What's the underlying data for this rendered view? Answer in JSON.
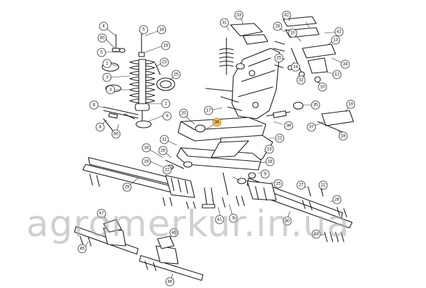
{
  "diagram": {
    "callouts": [
      {
        "id": "c4a",
        "label": "4"
      },
      {
        "id": "c5a",
        "label": "5"
      },
      {
        "id": "c18a",
        "label": "18"
      },
      {
        "id": "c40",
        "label": "40"
      },
      {
        "id": "c19a",
        "label": "19"
      },
      {
        "id": "c5b",
        "label": "5"
      },
      {
        "id": "c1",
        "label": "1"
      },
      {
        "id": "c23",
        "label": "23"
      },
      {
        "id": "c3a",
        "label": "3"
      },
      {
        "id": "c25",
        "label": "25"
      },
      {
        "id": "c3b",
        "label": "3"
      },
      {
        "id": "c2",
        "label": "2"
      },
      {
        "id": "c8",
        "label": "8"
      },
      {
        "id": "c9a",
        "label": "9"
      },
      {
        "id": "c4b",
        "label": "4"
      },
      {
        "id": "c60",
        "label": "60"
      },
      {
        "id": "c31",
        "label": "31"
      },
      {
        "id": "c33",
        "label": "33"
      },
      {
        "id": "c42a",
        "label": "42"
      },
      {
        "id": "c25b",
        "label": "25"
      },
      {
        "id": "c42b",
        "label": "42"
      },
      {
        "id": "c10a",
        "label": "10"
      },
      {
        "id": "c13a",
        "label": "13"
      },
      {
        "id": "c34",
        "label": "34"
      },
      {
        "id": "c14",
        "label": "14"
      },
      {
        "id": "c32",
        "label": "32"
      },
      {
        "id": "c12",
        "label": "12"
      },
      {
        "id": "c10b",
        "label": "10"
      },
      {
        "id": "c17",
        "label": "17"
      },
      {
        "id": "c35",
        "label": "35"
      },
      {
        "id": "c19b",
        "label": "19"
      },
      {
        "id": "c28",
        "label": "28"
      },
      {
        "id": "c20",
        "label": "20"
      },
      {
        "id": "c36",
        "label": "36",
        "highlight": true
      },
      {
        "id": "c38",
        "label": "38"
      },
      {
        "id": "c37",
        "label": "37"
      },
      {
        "id": "c18b",
        "label": "18"
      },
      {
        "id": "c22a",
        "label": "22"
      },
      {
        "id": "c11a",
        "label": "11"
      },
      {
        "id": "c13b",
        "label": "13"
      },
      {
        "id": "c18c",
        "label": "18"
      },
      {
        "id": "c26",
        "label": "26"
      },
      {
        "id": "c19c",
        "label": "19"
      },
      {
        "id": "c18d",
        "label": "18"
      },
      {
        "id": "c22b",
        "label": "22"
      },
      {
        "id": "c9b",
        "label": "9"
      },
      {
        "id": "c29",
        "label": "29"
      },
      {
        "id": "c27",
        "label": "27"
      },
      {
        "id": "c11b",
        "label": "11"
      },
      {
        "id": "c15",
        "label": "15"
      },
      {
        "id": "c28b",
        "label": "28"
      },
      {
        "id": "c41",
        "label": "41"
      },
      {
        "id": "c9c",
        "label": "9"
      },
      {
        "id": "c30",
        "label": "30"
      },
      {
        "id": "c44",
        "label": "44"
      },
      {
        "id": "c47",
        "label": "47"
      },
      {
        "id": "c45",
        "label": "45"
      },
      {
        "id": "c48",
        "label": "48"
      },
      {
        "id": "c46",
        "label": "46"
      }
    ]
  },
  "watermark": {
    "text": "agromerkur.in.ua"
  }
}
